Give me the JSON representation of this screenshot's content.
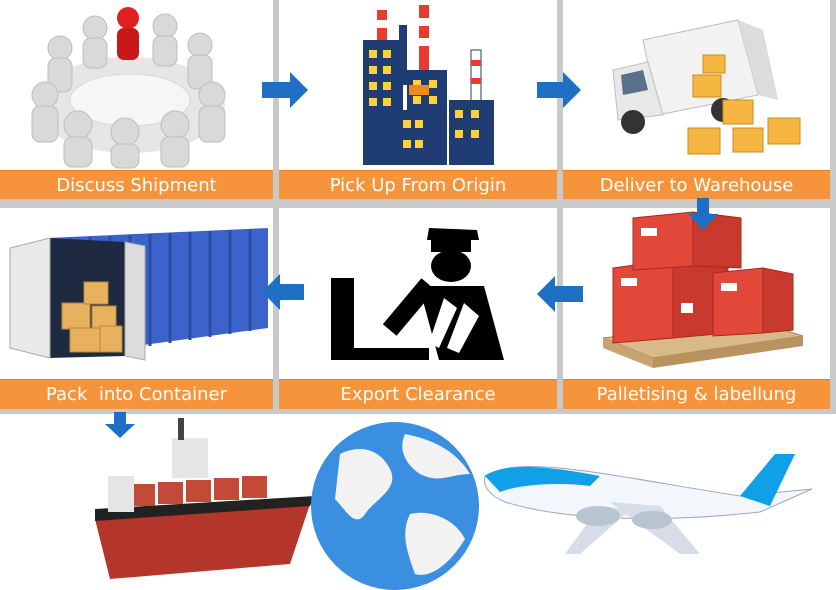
{
  "steps": [
    {
      "label": "Discuss Shipment",
      "icon": "meeting-people-icon"
    },
    {
      "label": "Pick Up From Origin",
      "icon": "factory-icon"
    },
    {
      "label": "Deliver to Warehouse",
      "icon": "delivery-truck-icon"
    },
    {
      "label": "Palletising & labellung",
      "icon": "pallet-boxes-icon"
    },
    {
      "label": "Export Clearance",
      "icon": "customs-officer-icon"
    },
    {
      "label": "Pack  into Container",
      "icon": "shipping-container-icon"
    }
  ],
  "transport_icons": [
    "cargo-ship-icon",
    "globe-icon",
    "airplane-icon"
  ],
  "colors": {
    "label_bg": "#f5943a",
    "arrow": "#1f6fc4",
    "divider": "#c9c9c9"
  }
}
